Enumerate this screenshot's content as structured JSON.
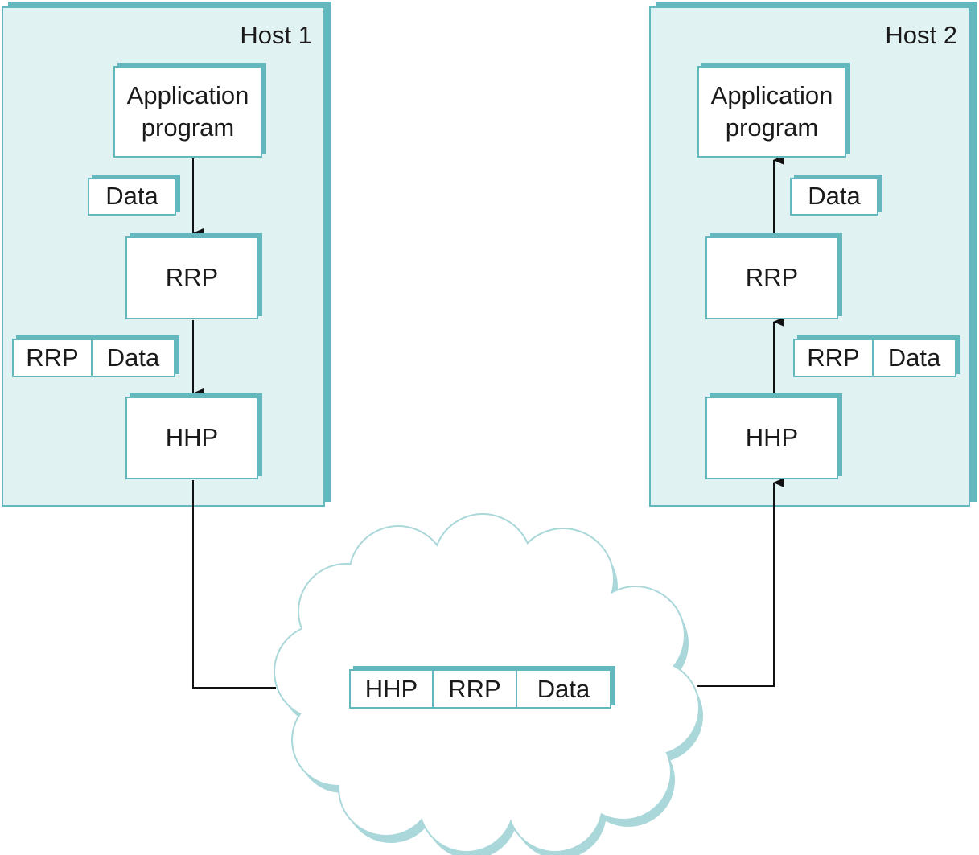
{
  "host1": {
    "label": "Host 1",
    "app": {
      "line1": "Application",
      "line2": "program"
    },
    "data_label": "Data",
    "rrp_label": "RRP",
    "hhp_label": "HHP",
    "packet": [
      "RRP",
      "Data"
    ]
  },
  "host2": {
    "label": "Host 2",
    "app": {
      "line1": "Application",
      "line2": "program"
    },
    "data_label": "Data",
    "rrp_label": "RRP",
    "hhp_label": "HHP",
    "packet": [
      "RRP",
      "Data"
    ]
  },
  "network": {
    "packet": [
      "HHP",
      "RRP",
      "Data"
    ]
  },
  "colors": {
    "accent": "#62b8bc",
    "host_fill": "#e1f2f3",
    "cloud_fill": "#ffffff",
    "cloud_outline": "#a9d7da"
  }
}
